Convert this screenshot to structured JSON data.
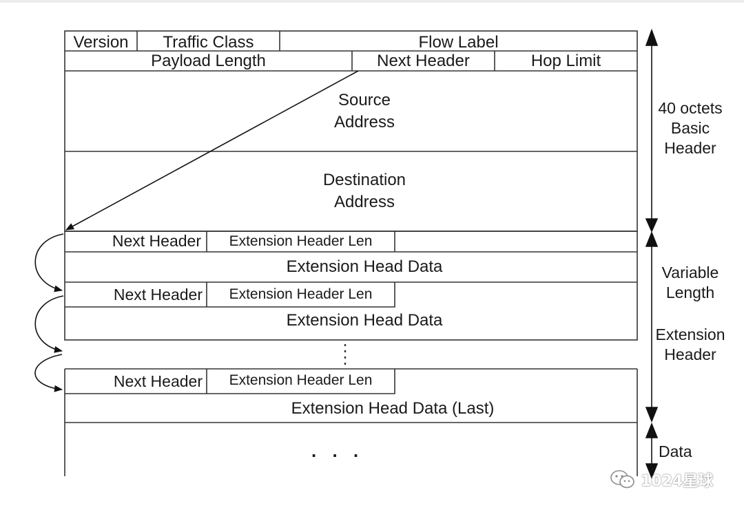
{
  "header": {
    "version": "Version",
    "traffic_class": "Traffic Class",
    "flow_label": "Flow Label",
    "payload_length": "Payload Length",
    "next_header": "Next Header",
    "hop_limit": "Hop Limit",
    "source_address": "Source\nAddress",
    "destination_address": "Destination\nAddress"
  },
  "extensions": [
    {
      "next_header": "Next Header",
      "length": "Extension Header Len",
      "data": "Extension Head Data"
    },
    {
      "next_header": "Next Header",
      "length": "Extension Header Len",
      "data": "Extension Head Data"
    },
    {
      "next_header": "Next Header",
      "length": "Extension Header Len",
      "data": "Extension Head Data (Last)"
    }
  ],
  "ellipsis_vertical": ":",
  "data_ellipsis": ". . .",
  "side_labels": {
    "basic_header": "40 octets\nBasic\nHeader",
    "variable_length": "Variable\nLength",
    "extension_header": "Extension\nHeader",
    "data": "Data"
  },
  "watermark": {
    "text": "1024星球",
    "icon": "wechat-icon"
  }
}
